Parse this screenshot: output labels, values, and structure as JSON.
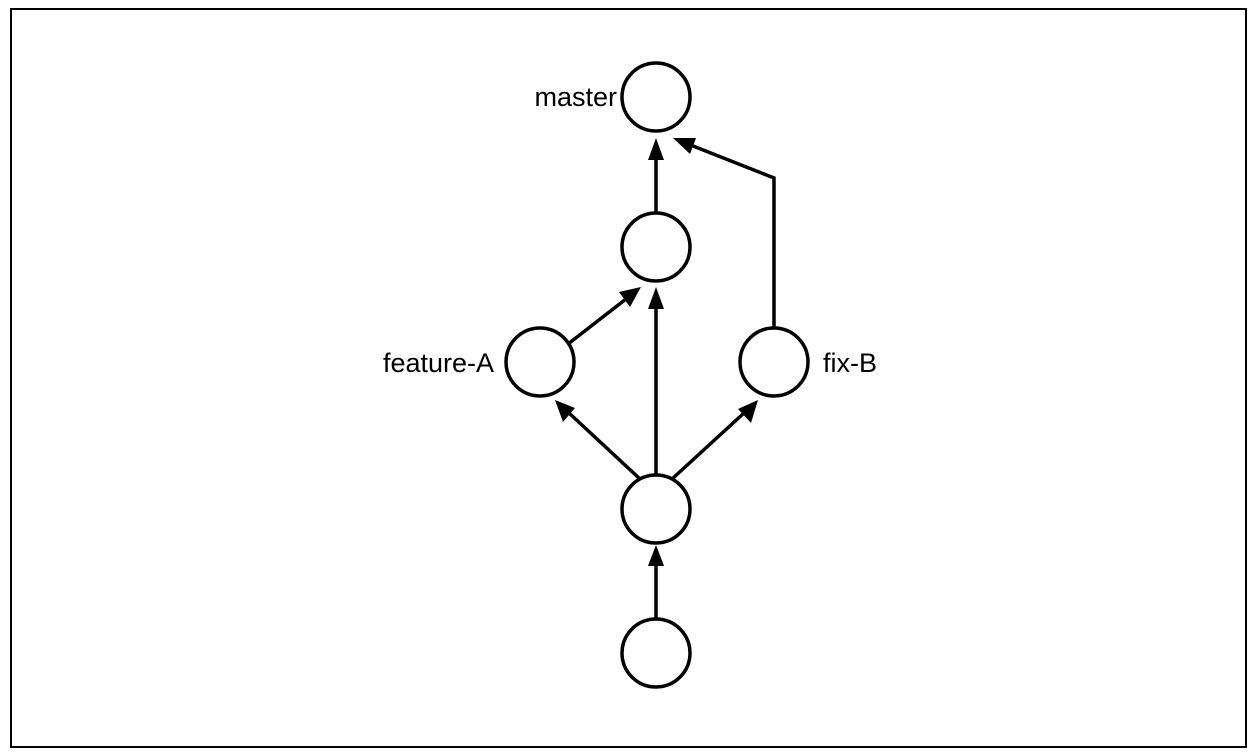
{
  "diagram": {
    "type": "git-commit-graph",
    "colors": {
      "stroke": "#000000",
      "background": "#ffffff"
    },
    "commits": [
      {
        "id": "c1",
        "branch_label": ""
      },
      {
        "id": "c2",
        "branch_label": ""
      },
      {
        "id": "c3",
        "branch_label": "feature-A"
      },
      {
        "id": "c4",
        "branch_label": "fix-B"
      },
      {
        "id": "c5",
        "branch_label": ""
      },
      {
        "id": "c6",
        "branch_label": "master"
      }
    ],
    "edges": [
      {
        "from": "c1",
        "to": "c2"
      },
      {
        "from": "c2",
        "to": "c3"
      },
      {
        "from": "c2",
        "to": "c4"
      },
      {
        "from": "c2",
        "to": "c5"
      },
      {
        "from": "c3",
        "to": "c5"
      },
      {
        "from": "c5",
        "to": "c6"
      },
      {
        "from": "c4",
        "to": "c6"
      }
    ],
    "labels": {
      "master": "master",
      "feature_a": "feature-A",
      "fix_b": "fix-B"
    }
  }
}
